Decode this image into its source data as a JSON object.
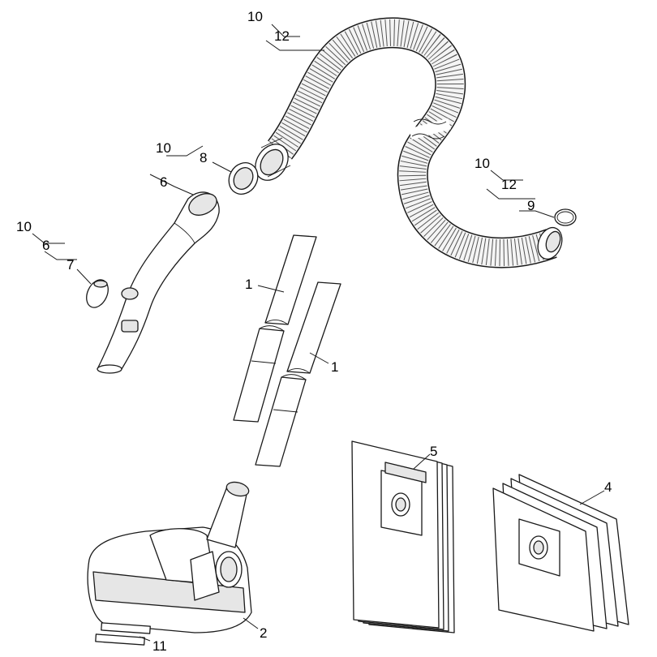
{
  "callouts": {
    "hose_group": [
      "10",
      "12"
    ],
    "hose_end_group": [
      "10",
      "12",
      "9"
    ],
    "handle_group": [
      "10",
      "8",
      "6"
    ],
    "handle_left_group": [
      "10",
      "6",
      "7"
    ],
    "tube_upper": "1",
    "tube_lower": "1",
    "floor_nozzle": "2",
    "nozzle_strips": "11",
    "paper_bags": "5",
    "fleece_bags": "4"
  },
  "colors": {
    "line": "#1a1a1a",
    "part_fill": "#ffffff",
    "shade": "#e6e6e6"
  }
}
